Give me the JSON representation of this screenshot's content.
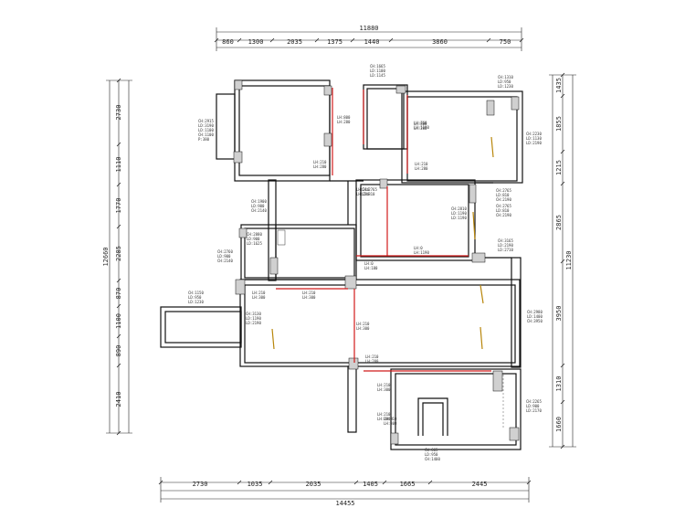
{
  "top_dims": {
    "total": "11880",
    "segments": [
      "860",
      "1300",
      "2035",
      "1375",
      "1440",
      "3860",
      "750"
    ]
  },
  "bottom_dims": {
    "total": "14455",
    "segments": [
      "2730",
      "1035",
      "2035",
      "1405",
      "1665",
      "2445"
    ]
  },
  "left_dims": {
    "total": "12660",
    "segments": [
      "2730",
      "1110",
      "1770",
      "2285",
      "870",
      "1100",
      "890",
      "2410"
    ]
  },
  "right_dims": {
    "total": "11230",
    "segments": [
      "1435",
      "1855",
      "1215",
      "2865",
      "3950",
      "1310",
      "1660"
    ]
  },
  "notes": [
    {
      "id": "n1",
      "lines": [
        "CH:2915",
        "LD:3190",
        "LD:1100",
        "CH:1100",
        "P:380"
      ]
    },
    {
      "id": "n2",
      "lines": [
        "CH:1665",
        "LD:1100",
        "LD:1145"
      ]
    },
    {
      "id": "n3",
      "lines": [
        "CH:1310",
        "LD:950",
        "LD:1230"
      ]
    },
    {
      "id": "n4",
      "lines": [
        "LH:800",
        "LH:280"
      ]
    },
    {
      "id": "n5",
      "lines": [
        "LH:800",
        "LH:280"
      ]
    },
    {
      "id": "n6",
      "lines": [
        "LH:210",
        "LH:280"
      ]
    },
    {
      "id": "n7",
      "lines": [
        "LH:210",
        "LH:280"
      ]
    },
    {
      "id": "n8",
      "lines": [
        "CH:2230",
        "LD:1130",
        "LD:2190"
      ]
    },
    {
      "id": "n9",
      "lines": [
        "CH:2765",
        "LD:810"
      ]
    },
    {
      "id": "n10",
      "lines": [
        "LH:210",
        "LH:280"
      ]
    },
    {
      "id": "n11",
      "lines": [
        "LH:760",
        "LH:1190"
      ]
    },
    {
      "id": "n12",
      "lines": [
        "CH:2765",
        "LD:810",
        "CH:2190"
      ]
    },
    {
      "id": "n13",
      "lines": [
        "CH:2765",
        "LD:810",
        "CH:2190"
      ]
    },
    {
      "id": "n14",
      "lines": [
        "CH:3165",
        "LD:2190",
        "LD:2710"
      ]
    },
    {
      "id": "n15",
      "lines": [
        "CH:2810",
        "LD:1190",
        "LD:1190"
      ]
    },
    {
      "id": "n16",
      "lines": [
        "CH:1900",
        "LD:900",
        "CH:2140"
      ]
    },
    {
      "id": "n17",
      "lines": [
        "CH:2880",
        "LD:900",
        "LD:1625"
      ]
    },
    {
      "id": "n18",
      "lines": [
        "CH:2760",
        "LD:900",
        "CH:2140"
      ]
    },
    {
      "id": "n19",
      "lines": [
        "LH:210",
        "LH:300"
      ]
    },
    {
      "id": "n20",
      "lines": [
        "LH:210",
        "LH:300"
      ]
    },
    {
      "id": "n21",
      "lines": [
        "CH:1150",
        "LD:950",
        "LD:1230"
      ]
    },
    {
      "id": "n22",
      "lines": [
        "CH:3130",
        "LD:1190",
        "LD:2190"
      ]
    },
    {
      "id": "n23",
      "lines": [
        "LH:210",
        "LH:300"
      ]
    },
    {
      "id": "n24",
      "lines": [
        "LH:0",
        "LH:1190"
      ]
    },
    {
      "id": "n25",
      "lines": [
        "LH:0",
        "LH:180"
      ]
    },
    {
      "id": "n26",
      "lines": [
        "LH:210",
        "LH:200"
      ]
    },
    {
      "id": "n27",
      "lines": [
        "LH:210",
        "LH:300"
      ]
    },
    {
      "id": "n28",
      "lines": [
        "CH:2980",
        "LD:1400",
        "CH:3950"
      ]
    },
    {
      "id": "n29",
      "lines": [
        "CH:2265",
        "LD:900",
        "LD:2170"
      ]
    },
    {
      "id": "n30",
      "lines": [
        "LH:210",
        "LH:2000"
      ]
    },
    {
      "id": "n31",
      "lines": [
        "LH:210",
        "LH:300"
      ]
    },
    {
      "id": "n32",
      "lines": [
        "CW:665",
        "LD:950",
        "CH:1400"
      ]
    }
  ]
}
